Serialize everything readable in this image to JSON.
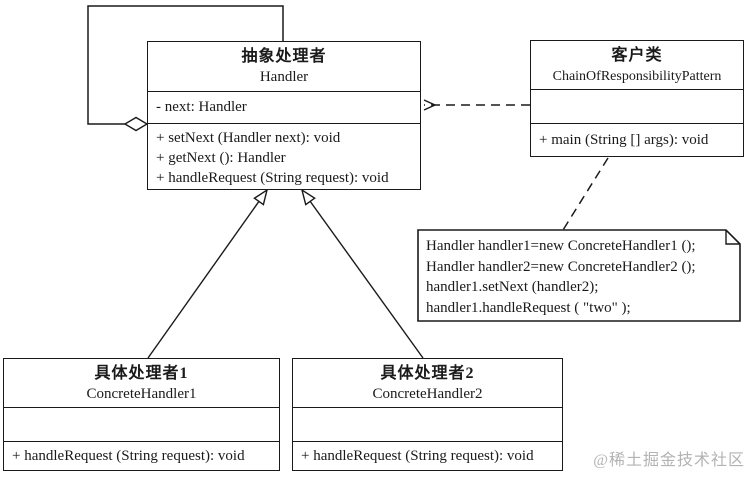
{
  "diagram": {
    "title": "Chain of Responsibility UML diagram",
    "colors": {
      "line": "#1a1a1a",
      "background": "#ffffff",
      "watermark": "#b3b3b3"
    },
    "classes": {
      "handler": {
        "name_cn": "抽象处理者",
        "name_en": "Handler",
        "attributes": [
          "- next: Handler"
        ],
        "methods": [
          "+ setNext (Handler next): void",
          "+ getNext (): Handler",
          "+ handleRequest (String request): void"
        ]
      },
      "client": {
        "name_cn": "客户类",
        "name_en": "ChainOfResponsibilityPattern",
        "attributes": [],
        "methods": [
          "+ main (String [] args): void"
        ]
      },
      "concrete1": {
        "name_cn": "具体处理者1",
        "name_en": "ConcreteHandler1",
        "attributes": [],
        "methods": [
          "+ handleRequest (String request): void"
        ]
      },
      "concrete2": {
        "name_cn": "具体处理者2",
        "name_en": "ConcreteHandler2",
        "attributes": [],
        "methods": [
          "+ handleRequest (String request): void"
        ]
      }
    },
    "note_lines": [
      "Handler handler1=new ConcreteHandler1 ();",
      "Handler handler2=new ConcreteHandler2 ();",
      "handler1.setNext (handler2);",
      "handler1.handleRequest ( \"two\"  );"
    ],
    "relations": [
      "self-aggregation: Handler -> Handler (next)",
      "dependency: ChainOfResponsibilityPattern ..> Handler",
      "inheritance: ConcreteHandler1 --|> Handler",
      "inheritance: ConcreteHandler2 --|> Handler",
      "note attached to ChainOfResponsibilityPattern"
    ],
    "watermark": "@稀土掘金技术社区"
  }
}
